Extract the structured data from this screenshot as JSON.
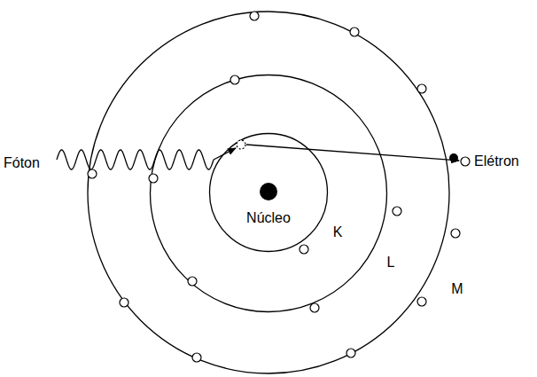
{
  "diagram": {
    "labels": [
      "Fóton",
      "Elétron",
      "Núcleo",
      "K",
      "L",
      "M"
    ]
  }
}
